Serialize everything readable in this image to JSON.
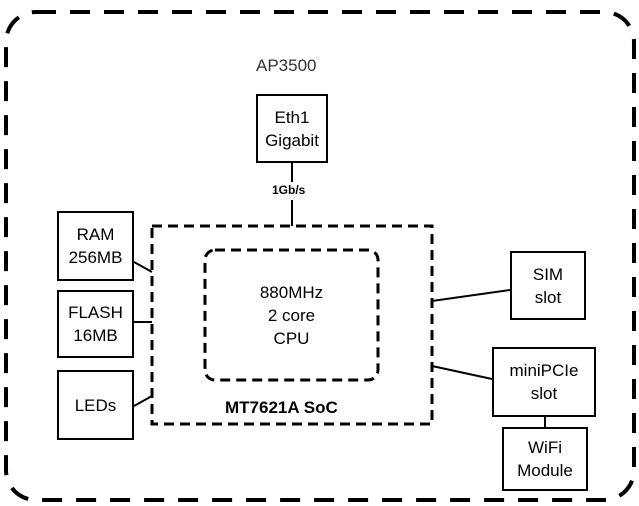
{
  "title": "AP3500",
  "eth": {
    "line1": "Eth1",
    "line2": "Gigabit",
    "speed": "1Gb/s"
  },
  "soc": {
    "label": "MT7621A SoC"
  },
  "cpu": {
    "line1": "880MHz",
    "line2": "2 core",
    "line3": "CPU"
  },
  "ram": {
    "line1": "RAM",
    "line2": "256MB"
  },
  "flash": {
    "line1": "FLASH",
    "line2": "16MB"
  },
  "leds": {
    "line1": "LEDs"
  },
  "sim": {
    "line1": "SIM",
    "line2": "slot"
  },
  "minipcie": {
    "line1": "miniPCIe",
    "line2": "slot"
  },
  "wifi": {
    "line1": "WiFi",
    "line2": "Module"
  }
}
